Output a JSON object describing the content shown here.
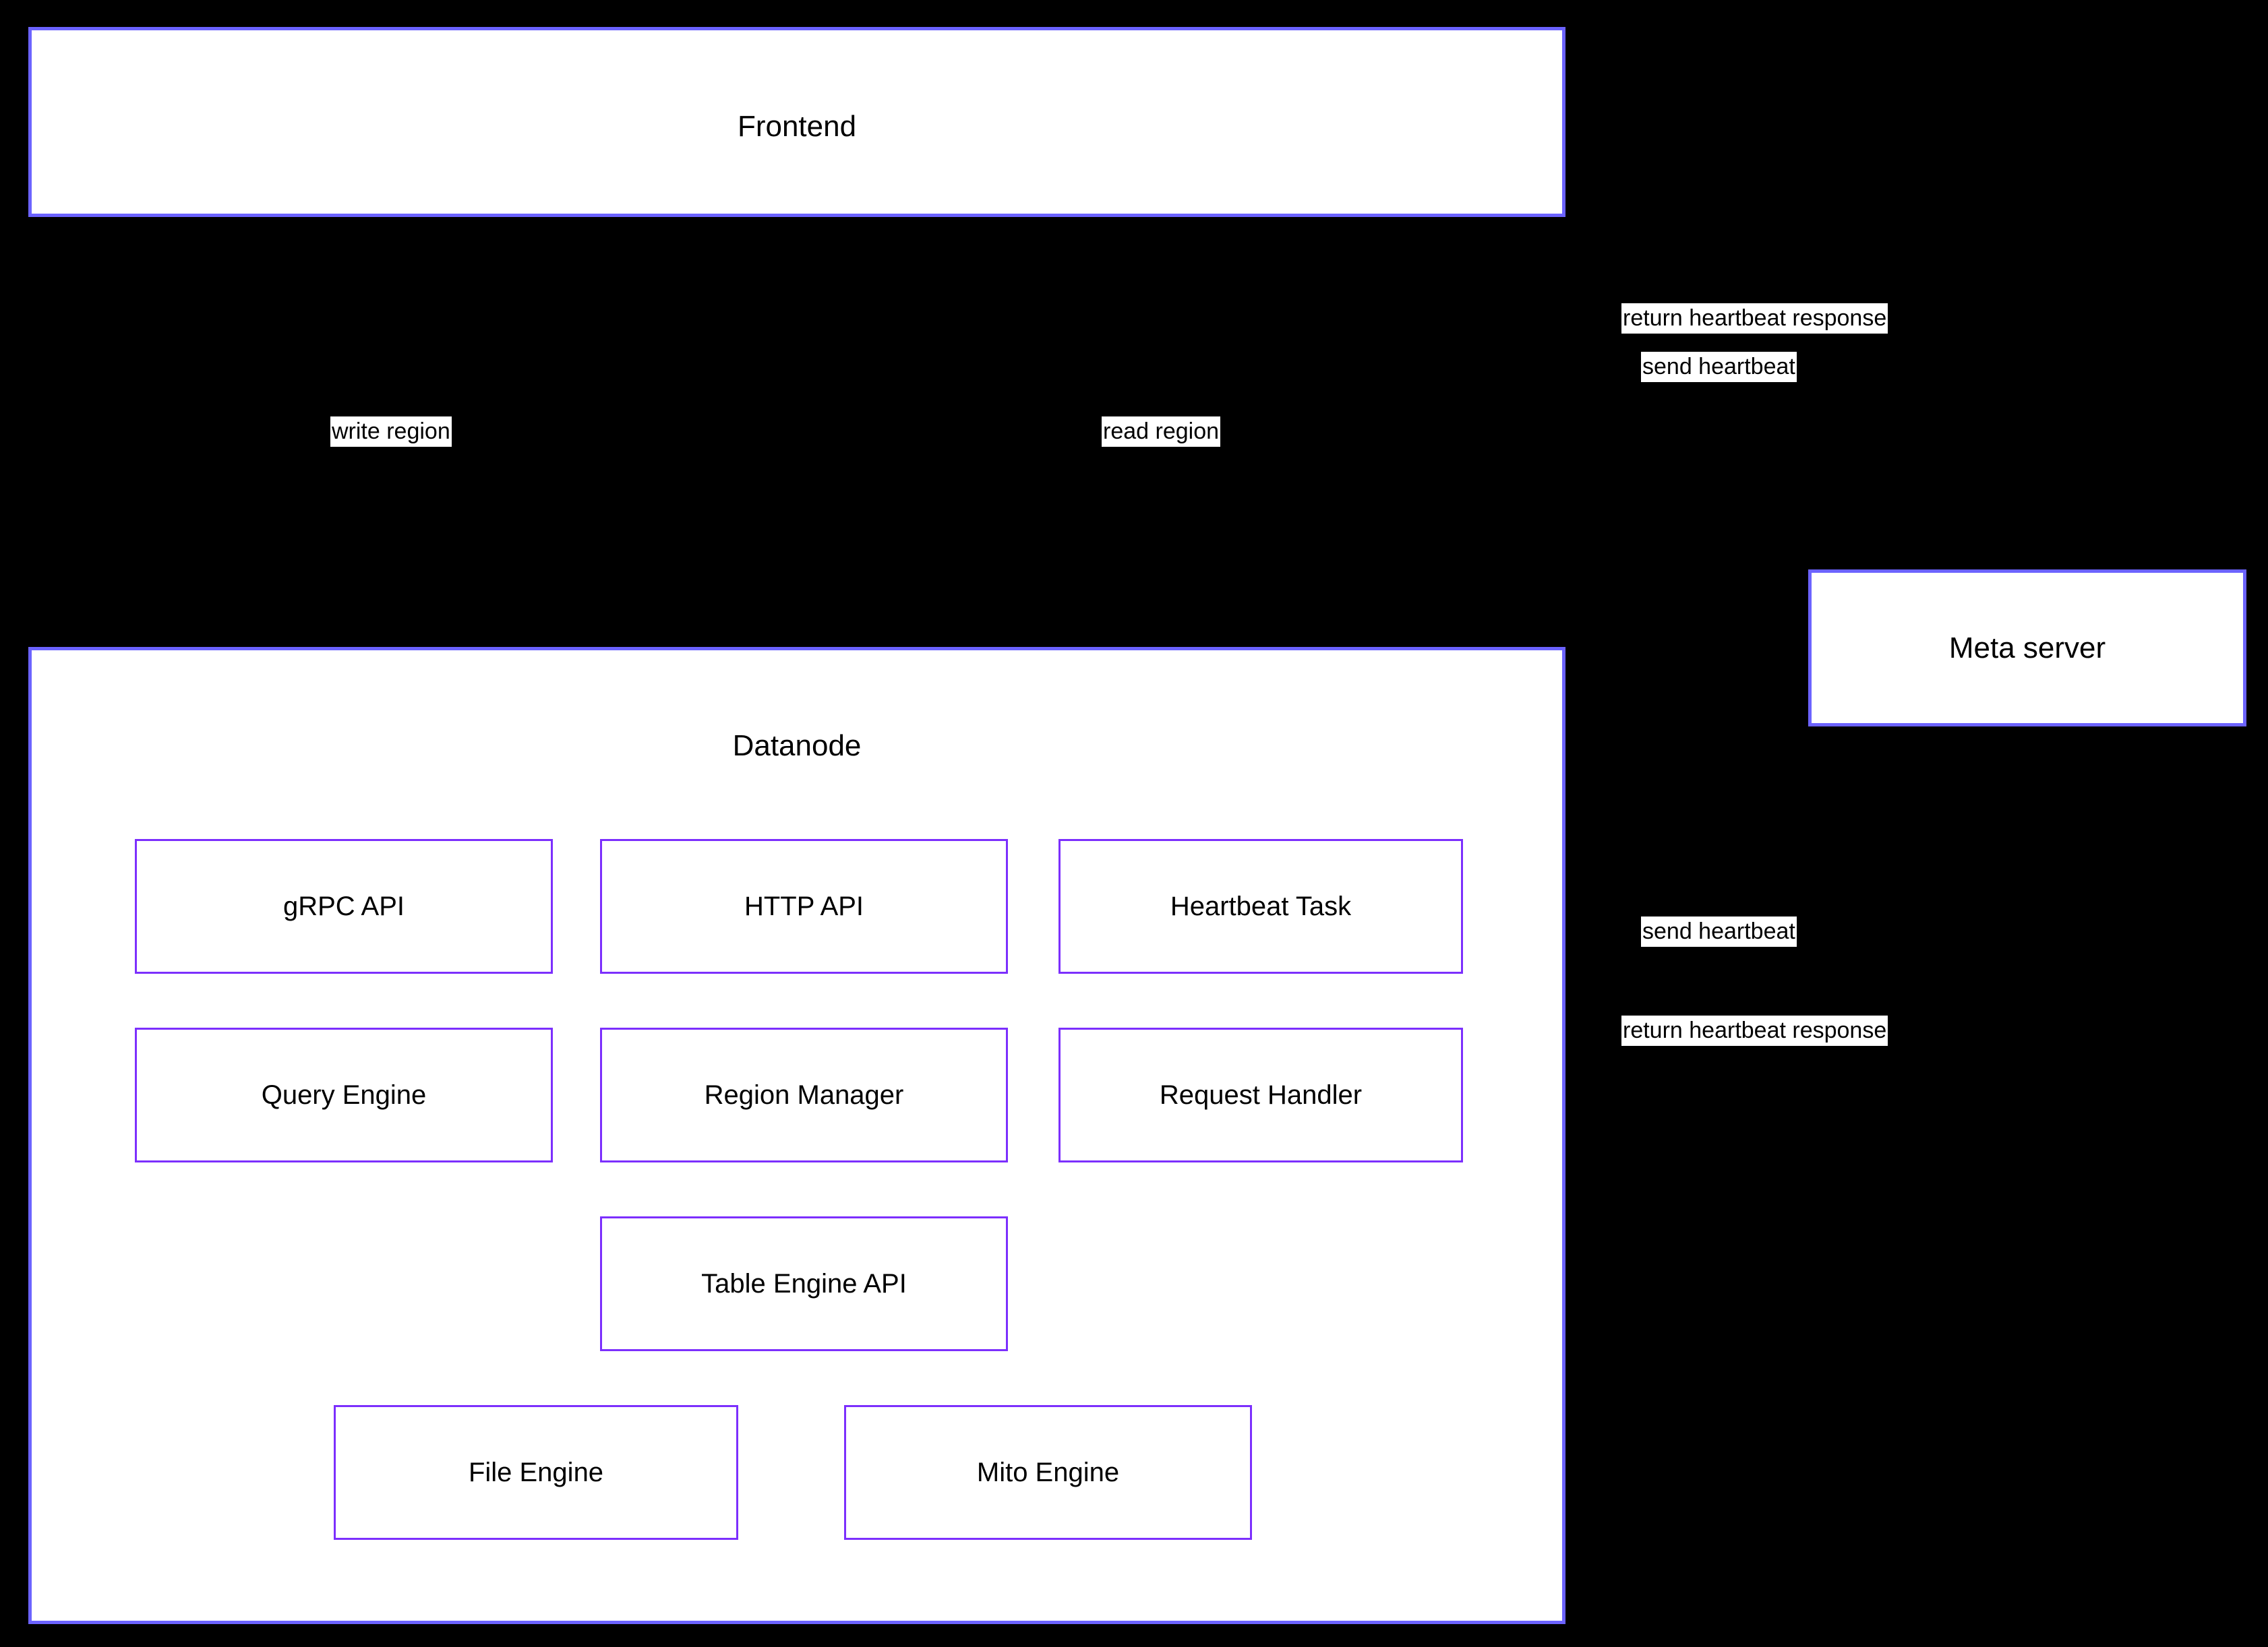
{
  "diagram": {
    "background_color": "#000000",
    "outer_border_color": "#6c63ff",
    "inner_border_color": "#7c2ffd",
    "box_fill_color": "#ffffff",
    "text_color": "#000000",
    "connector_color": "#000000"
  },
  "frontend": {
    "title": "Frontend"
  },
  "datanode": {
    "title": "Datanode",
    "components": [
      {
        "label": "gRPC API"
      },
      {
        "label": "HTTP API"
      },
      {
        "label": "Heartbeat Task"
      },
      {
        "label": "Query Engine"
      },
      {
        "label": "Region Manager"
      },
      {
        "label": "Request Handler"
      },
      {
        "label": "Table Engine API"
      },
      {
        "label": "File Engine"
      },
      {
        "label": "Mito Engine"
      }
    ]
  },
  "meta_server": {
    "title": "Meta server"
  },
  "edge_labels": {
    "write_region": "write region",
    "read_region": "read region",
    "frontend_return_heartbeat_response": "return heartbeat response",
    "frontend_send_heartbeat": "send heartbeat",
    "datanode_send_heartbeat": "send heartbeat",
    "datanode_return_heartbeat_response": "return heartbeat response"
  }
}
